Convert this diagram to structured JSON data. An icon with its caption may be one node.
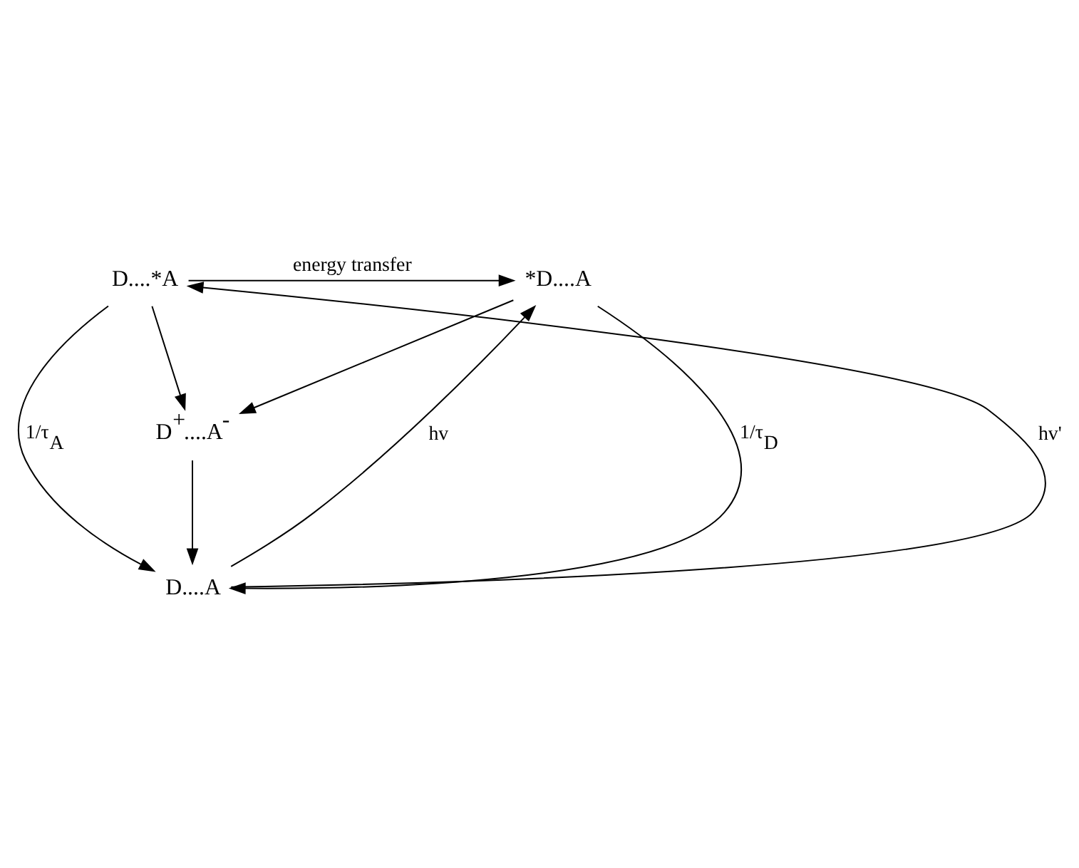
{
  "diagram": {
    "nodes": [
      {
        "text": [
          "*D....A"
        ]
      },
      {
        "text": [
          "D....*A"
        ]
      },
      {
        "text": [
          "D$^{+}$....A$^{-}$"
        ]
      },
      {
        "text": [
          "D....A"
        ]
      }
    ],
    "edges": [
      {
        "from": 1,
        "to": 0,
        "arrow": "to",
        "label": "energy transfer"
      },
      {
        "from": 0,
        "to": 2,
        "arrow": "to"
      },
      {
        "from": 1,
        "to": 2,
        "arrow": "to"
      },
      {
        "from": 0,
        "to": 3,
        "arrow": "to",
        "label": "1/τ$_{D}$"
      },
      {
        "from": 1,
        "to": 3,
        "arrow": "to",
        "label": "1/τ$_{A}$"
      },
      {
        "from": 2,
        "to": 3,
        "arrow": "to"
      },
      {
        "from": 3,
        "to": 0,
        "arrow": "to",
        "label": "hv"
      },
      {
        "from": 3,
        "to": 1,
        "arrow": "to",
        "label": "hv'"
      }
    ]
  }
}
